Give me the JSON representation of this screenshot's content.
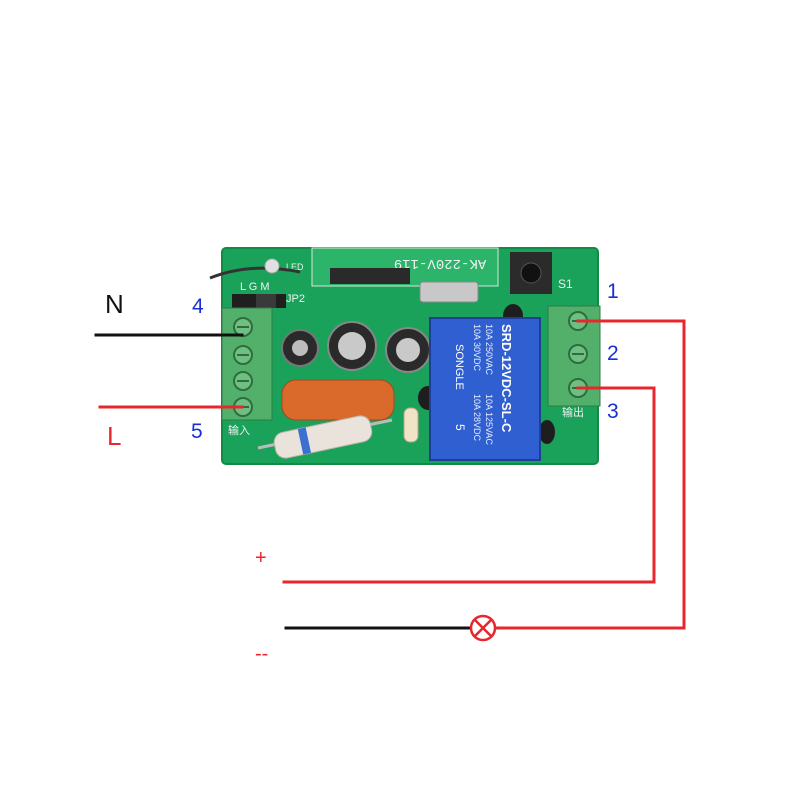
{
  "terminals": {
    "t1": "1",
    "t2": "2",
    "t3": "3",
    "t4": "4",
    "t5": "5"
  },
  "wires": {
    "neutral_label": "N",
    "live_label": "L",
    "plus_label": "+",
    "minus_label": "--"
  },
  "board": {
    "model_text": "AK-220V-119",
    "button_label": "S1",
    "led_label": "LED",
    "jumper_text": "L  G  M",
    "jumper_id": "JP2",
    "input_label": "输入",
    "output_label": "输出",
    "relay": {
      "rating_1": "10A 250VAC",
      "rating_2": "10A 125VAC",
      "rating_3": "10A 30VDC",
      "rating_4": "10A 28VDC",
      "model": "SRD-12VDC-SL-C",
      "brand": "SONGLE",
      "pin": "5"
    }
  },
  "colors": {
    "board_green": "#1aa25a",
    "terminal_green": "#52b06a",
    "wire_red": "#e8262c",
    "wire_black": "#111111",
    "relay_blue": "#2f5fd0",
    "label_blue": "#1a2fd6"
  },
  "icons": {
    "lamp": "lamp-icon"
  }
}
